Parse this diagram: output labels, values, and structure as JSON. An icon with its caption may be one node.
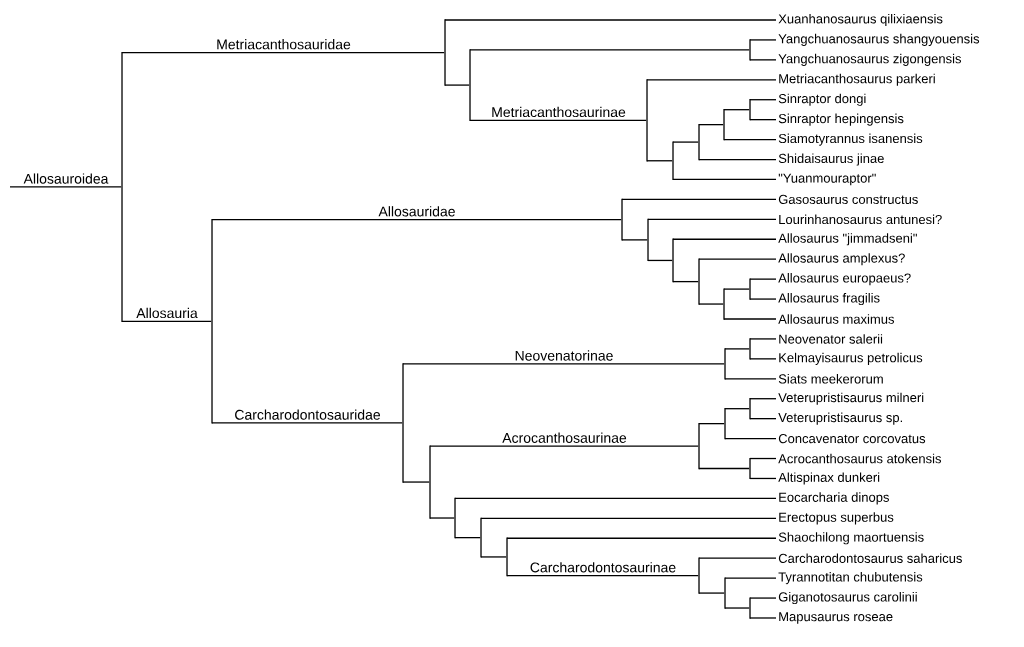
{
  "diagram": {
    "nodes": [
      {
        "text": [],
        "shape": "bar"
      },
      {
        "text": [],
        "shape": "bar"
      },
      {
        "text": [
          "Xuanhanosaurus qilixiaensis"
        ]
      },
      {
        "text": [],
        "shape": "bar"
      },
      {
        "text": [],
        "shape": "bar"
      },
      {
        "text": [
          "Yangchuanosaurus shangyouensis"
        ]
      },
      {
        "text": [
          "Yangchuanosaurus zigongensis"
        ]
      },
      {
        "text": [],
        "shape": "bar"
      },
      {
        "text": [
          "Metriacanthosaurus parkeri"
        ]
      },
      {
        "text": [],
        "shape": "bar"
      },
      {
        "text": [],
        "shape": "bar"
      },
      {
        "text": [],
        "shape": "bar"
      },
      {
        "text": [],
        "shape": "bar"
      },
      {
        "text": [
          "Sinraptor dongi"
        ]
      },
      {
        "text": [
          "Sinraptor hepingensis"
        ]
      },
      {
        "text": [
          "Siamotyrannus isanensis"
        ]
      },
      {
        "text": [
          "Shidaisaurus jinae"
        ]
      },
      {
        "text": [
          "\"Yuanmouraptor\""
        ]
      },
      {
        "text": [],
        "shape": "bar"
      },
      {
        "text": [],
        "shape": "bar"
      },
      {
        "text": [
          "Gasosaurus constructus"
        ]
      },
      {
        "text": [],
        "shape": "bar"
      },
      {
        "text": [
          "Lourinhanosaurus antunesi?"
        ]
      },
      {
        "text": [],
        "shape": "bar"
      },
      {
        "text": [
          "Allosaurus \"jimmadseni\""
        ]
      },
      {
        "text": [],
        "shape": "bar"
      },
      {
        "text": [
          "Allosaurus amplexus?"
        ]
      },
      {
        "text": [],
        "shape": "bar"
      },
      {
        "text": [],
        "shape": "bar"
      },
      {
        "text": [
          "Allosaurus europaeus?"
        ]
      },
      {
        "text": [
          "Allosaurus fragilis"
        ]
      },
      {
        "text": [
          "Allosaurus maximus"
        ]
      },
      {
        "text": [],
        "shape": "bar"
      },
      {
        "text": [],
        "shape": "bar"
      },
      {
        "text": [],
        "shape": "bar"
      },
      {
        "text": [
          "Neovenator salerii"
        ]
      },
      {
        "text": [
          "Kelmayisaurus petrolicus"
        ]
      },
      {
        "text": [
          "Siats meekerorum"
        ]
      },
      {
        "text": [],
        "shape": "bar"
      },
      {
        "text": [],
        "shape": "bar"
      },
      {
        "text": [],
        "shape": "bar"
      },
      {
        "text": [],
        "shape": "bar"
      },
      {
        "text": [
          "Veterupristisaurus milneri"
        ]
      },
      {
        "text": [
          "Veterupristisaurus sp."
        ]
      },
      {
        "text": [
          "Concavenator corcovatus"
        ]
      },
      {
        "text": [],
        "shape": "bar"
      },
      {
        "text": [
          "Acrocanthosaurus atokensis"
        ]
      },
      {
        "text": [
          "Altispinax dunkeri"
        ]
      },
      {
        "text": [],
        "shape": "bar"
      },
      {
        "text": [
          "Eocarcharia dinops"
        ]
      },
      {
        "text": [],
        "shape": "bar"
      },
      {
        "text": [
          "Erectopus superbus"
        ]
      },
      {
        "text": [],
        "shape": "bar"
      },
      {
        "text": [
          "Shaochilong maortuensis"
        ]
      },
      {
        "text": [],
        "shape": "bar"
      },
      {
        "text": [
          "Carcharodontosaurus saharicus"
        ]
      },
      {
        "text": [],
        "shape": "bar"
      },
      {
        "text": [
          "Tyrannotitan chubutensis"
        ]
      },
      {
        "text": [],
        "shape": "bar"
      },
      {
        "text": [
          "Giganotosaurus carolinii"
        ]
      },
      {
        "text": [
          "Mapusaurus roseae"
        ]
      }
    ],
    "edges": [
      {
        "from": null,
        "to": 0,
        "arrow": "none",
        "label": "Allosauroidea"
      },
      {
        "from": 0,
        "to": 1,
        "arrow": "none",
        "label": "Metriacanthosauridae"
      },
      {
        "from": 0,
        "to": 18,
        "arrow": "none",
        "label": "Allosauria"
      },
      {
        "from": 1,
        "to": 2,
        "arrow": "none"
      },
      {
        "from": 1,
        "to": 3,
        "arrow": "none"
      },
      {
        "from": 3,
        "to": 4,
        "arrow": "none"
      },
      {
        "from": 3,
        "to": 7,
        "arrow": "none",
        "label": "Metriacanthosaurinae"
      },
      {
        "from": 4,
        "to": 5,
        "arrow": "none"
      },
      {
        "from": 4,
        "to": 6,
        "arrow": "none"
      },
      {
        "from": 7,
        "to": 8,
        "arrow": "none"
      },
      {
        "from": 7,
        "to": 9,
        "arrow": "none"
      },
      {
        "from": 9,
        "to": 10,
        "arrow": "none"
      },
      {
        "from": 9,
        "to": 17,
        "arrow": "none"
      },
      {
        "from": 10,
        "to": 11,
        "arrow": "none"
      },
      {
        "from": 10,
        "to": 16,
        "arrow": "none"
      },
      {
        "from": 11,
        "to": 12,
        "arrow": "none"
      },
      {
        "from": 11,
        "to": 15,
        "arrow": "none"
      },
      {
        "from": 12,
        "to": 13,
        "arrow": "none"
      },
      {
        "from": 12,
        "to": 14,
        "arrow": "none"
      },
      {
        "from": 18,
        "to": 19,
        "arrow": "none",
        "label": "Allosauridae"
      },
      {
        "from": 18,
        "to": 32,
        "arrow": "none",
        "label": "Carcharodontosauridae"
      },
      {
        "from": 19,
        "to": 20,
        "arrow": "none"
      },
      {
        "from": 19,
        "to": 21,
        "arrow": "none"
      },
      {
        "from": 21,
        "to": 22,
        "arrow": "none"
      },
      {
        "from": 21,
        "to": 23,
        "arrow": "none"
      },
      {
        "from": 23,
        "to": 24,
        "arrow": "none"
      },
      {
        "from": 23,
        "to": 25,
        "arrow": "none"
      },
      {
        "from": 25,
        "to": 26,
        "arrow": "none"
      },
      {
        "from": 25,
        "to": 27,
        "arrow": "none"
      },
      {
        "from": 27,
        "to": 28,
        "arrow": "none"
      },
      {
        "from": 27,
        "to": 31,
        "arrow": "none"
      },
      {
        "from": 28,
        "to": 29,
        "arrow": "none"
      },
      {
        "from": 28,
        "to": 30,
        "arrow": "none"
      },
      {
        "from": 32,
        "to": 33,
        "arrow": "none",
        "label": "Neovenatorinae"
      },
      {
        "from": 32,
        "to": 38,
        "arrow": "none"
      },
      {
        "from": 33,
        "to": 34,
        "arrow": "none"
      },
      {
        "from": 33,
        "to": 37,
        "arrow": "none"
      },
      {
        "from": 34,
        "to": 35,
        "arrow": "none"
      },
      {
        "from": 34,
        "to": 36,
        "arrow": "none"
      },
      {
        "from": 38,
        "to": 39,
        "arrow": "none",
        "label": "Acrocanthosaurinae"
      },
      {
        "from": 38,
        "to": 48,
        "arrow": "none"
      },
      {
        "from": 39,
        "to": 40,
        "arrow": "none"
      },
      {
        "from": 39,
        "to": 45,
        "arrow": "none"
      },
      {
        "from": 40,
        "to": 41,
        "arrow": "none"
      },
      {
        "from": 40,
        "to": 44,
        "arrow": "none"
      },
      {
        "from": 41,
        "to": 42,
        "arrow": "none"
      },
      {
        "from": 41,
        "to": 43,
        "arrow": "none"
      },
      {
        "from": 45,
        "to": 46,
        "arrow": "none"
      },
      {
        "from": 45,
        "to": 47,
        "arrow": "none"
      },
      {
        "from": 48,
        "to": 49,
        "arrow": "none"
      },
      {
        "from": 48,
        "to": 50,
        "arrow": "none"
      },
      {
        "from": 50,
        "to": 51,
        "arrow": "none"
      },
      {
        "from": 50,
        "to": 52,
        "arrow": "none"
      },
      {
        "from": 52,
        "to": 53,
        "arrow": "none"
      },
      {
        "from": 52,
        "to": 54,
        "arrow": "none",
        "label": "Carcharodontosaurinae"
      },
      {
        "from": 54,
        "to": 55,
        "arrow": "none"
      },
      {
        "from": 54,
        "to": 56,
        "arrow": "none"
      },
      {
        "from": 56,
        "to": 57,
        "arrow": "none"
      },
      {
        "from": 56,
        "to": 58,
        "arrow": "none"
      },
      {
        "from": 58,
        "to": 59,
        "arrow": "none"
      },
      {
        "from": 58,
        "to": 60,
        "arrow": "none"
      }
    ]
  }
}
